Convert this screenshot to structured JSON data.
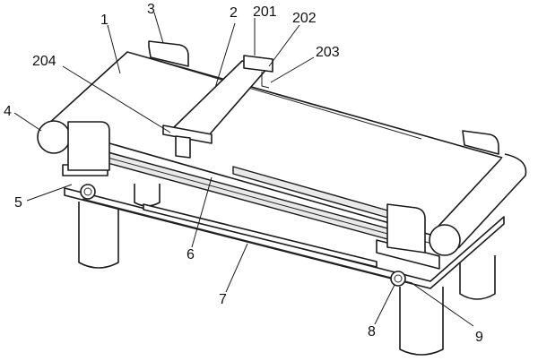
{
  "labels": {
    "l1": "1",
    "l2": "2",
    "l3": "3",
    "l4": "4",
    "l5": "5",
    "l6": "6",
    "l7": "7",
    "l8": "8",
    "l9": "9",
    "l201": "201",
    "l202": "202",
    "l203": "203",
    "l204": "204"
  }
}
